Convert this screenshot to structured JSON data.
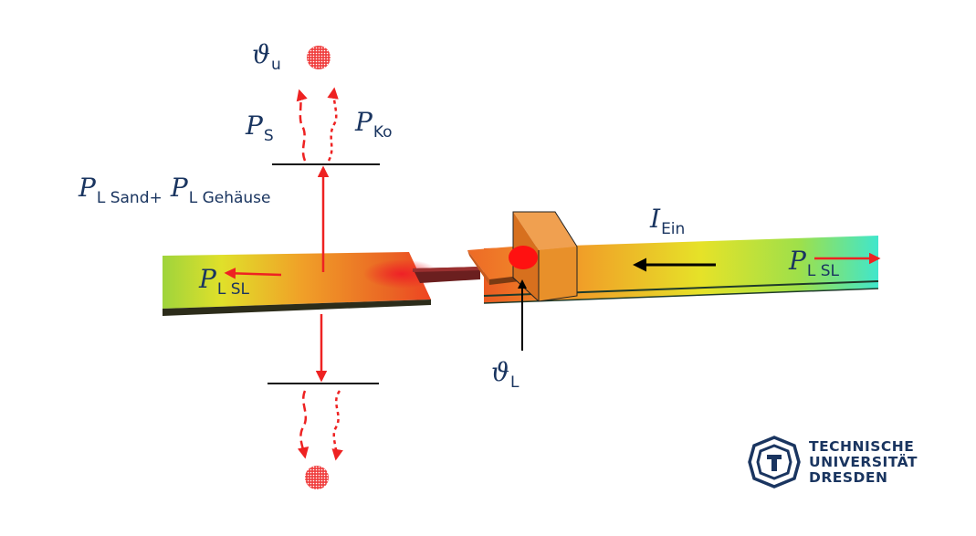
{
  "labels": {
    "theta_u": {
      "symbol": "ϑ",
      "sub": "u"
    },
    "p_s": {
      "symbol": "P",
      "sub": "S"
    },
    "p_ko": {
      "symbol": "P",
      "sub": "Ko"
    },
    "p_l_sand": {
      "symbol": "P",
      "sub": "L Sand+"
    },
    "p_l_gehaeuse": {
      "symbol": "P",
      "sub": "L Gehäuse"
    },
    "p_l_sl_left": {
      "symbol": "P",
      "sub": "L SL"
    },
    "p_l_sl_right": {
      "symbol": "P",
      "sub": "L SL"
    },
    "i_ein": {
      "symbol": "I",
      "sub": "Ein"
    },
    "theta_l": {
      "symbol": "ϑ",
      "sub": "L"
    }
  },
  "logo": {
    "line1": "TECHNISCHE",
    "line2": "UNIVERSITÄT",
    "line3": "DRESDEN"
  },
  "colors": {
    "heat_arrow": "#ee2222",
    "current_arrow": "#000000",
    "label_text": "#1a3560",
    "hotspot": "#ff1111",
    "contact_block": "#e8902a"
  },
  "icons": {
    "logo": "tu-dresden-logo-icon"
  }
}
